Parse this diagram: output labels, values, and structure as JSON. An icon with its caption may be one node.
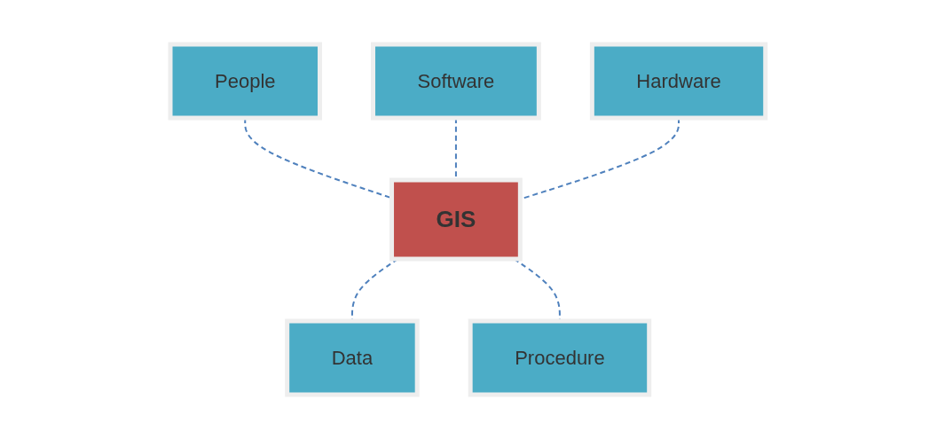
{
  "diagram": {
    "nodes": [
      {
        "text": [
          "People"
        ]
      },
      {
        "text": [
          "Software"
        ]
      },
      {
        "text": [
          "Hardware"
        ]
      },
      {
        "text": [
          "GIS"
        ]
      },
      {
        "text": [
          "Data"
        ]
      },
      {
        "text": [
          "Procedure"
        ]
      }
    ],
    "edges": [
      {
        "from": 0,
        "to": 3,
        "arrow": "none",
        "style": "dashed"
      },
      {
        "from": 1,
        "to": 3,
        "arrow": "none",
        "style": "dashed"
      },
      {
        "from": 2,
        "to": 3,
        "arrow": "none",
        "style": "dashed"
      },
      {
        "from": 3,
        "to": 4,
        "arrow": "none",
        "style": "dashed"
      },
      {
        "from": 3,
        "to": 5,
        "arrow": "none",
        "style": "dashed"
      }
    ]
  }
}
